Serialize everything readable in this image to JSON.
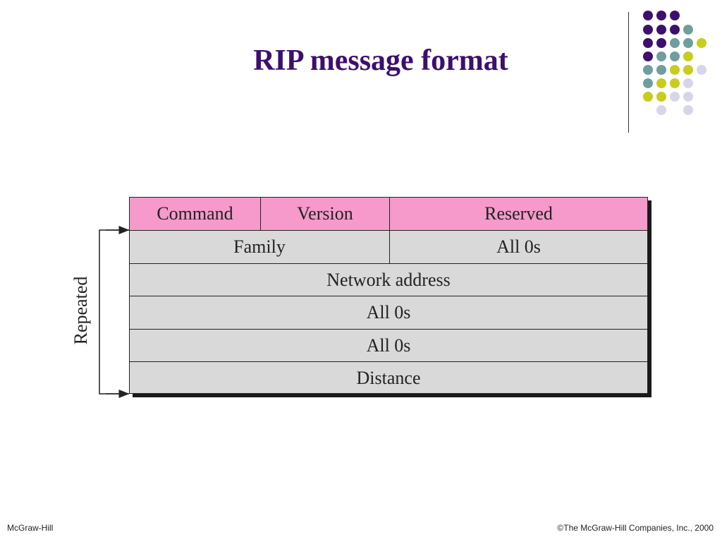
{
  "slide": {
    "title": "RIP message format",
    "footer_left": "McGraw-Hill",
    "footer_right": "©The McGraw-Hill Companies, Inc., 2000"
  },
  "diagram": {
    "repeated_label": "Repeated",
    "header_color": "#f59acb",
    "body_color": "#d9d9d9",
    "rows": [
      {
        "cells": [
          "Command",
          "Version",
          "Reserved"
        ]
      },
      {
        "cells": [
          "Family",
          "All 0s"
        ]
      },
      {
        "cells": [
          "Network address"
        ]
      },
      {
        "cells": [
          "All 0s"
        ]
      },
      {
        "cells": [
          "All 0s"
        ]
      },
      {
        "cells": [
          "Distance"
        ]
      }
    ]
  },
  "decoration": {
    "dot_colors": {
      "purple": "#3d0f6e",
      "teal": "#6e9e9e",
      "yellow": "#c8cc1c",
      "lavender": "#d6d6ea"
    }
  }
}
